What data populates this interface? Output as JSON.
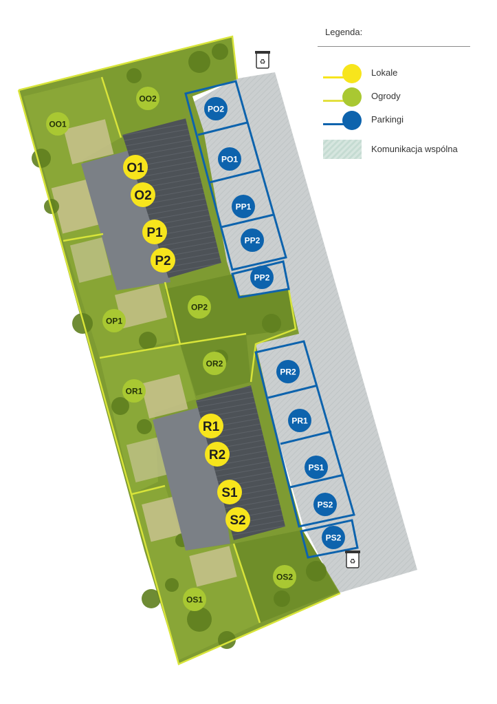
{
  "legend": {
    "title": "Legenda:",
    "items": [
      {
        "label": "Lokale",
        "color": "#f7e51c"
      },
      {
        "label": "Ogrody",
        "color": "#a9c832"
      },
      {
        "label": "Parkingi",
        "color": "#0d63ad"
      },
      {
        "label": "Komunikacja wspólna",
        "color": "#cfe0d8"
      }
    ]
  },
  "colors": {
    "units": "#f7e51c",
    "gardens": "#a9c832",
    "parking": "#0d63ad",
    "border": "#d8e43a",
    "roof": "#4f5459",
    "driveway": "#c9cccd"
  },
  "icons": [
    "recycle-bin-icon",
    "recycle-bin-icon"
  ],
  "units": [
    "O1",
    "O2",
    "P1",
    "P2",
    "R1",
    "R2",
    "S1",
    "S2"
  ],
  "gardens": [
    "OO1",
    "OO2",
    "OP1",
    "OP2",
    "OR1",
    "OR2",
    "OS1",
    "OS2"
  ],
  "parking": [
    "PO2",
    "PO1",
    "PP1",
    "PP2",
    "PP2",
    "PR2",
    "PR1",
    "PS1",
    "PS2",
    "PS2"
  ]
}
